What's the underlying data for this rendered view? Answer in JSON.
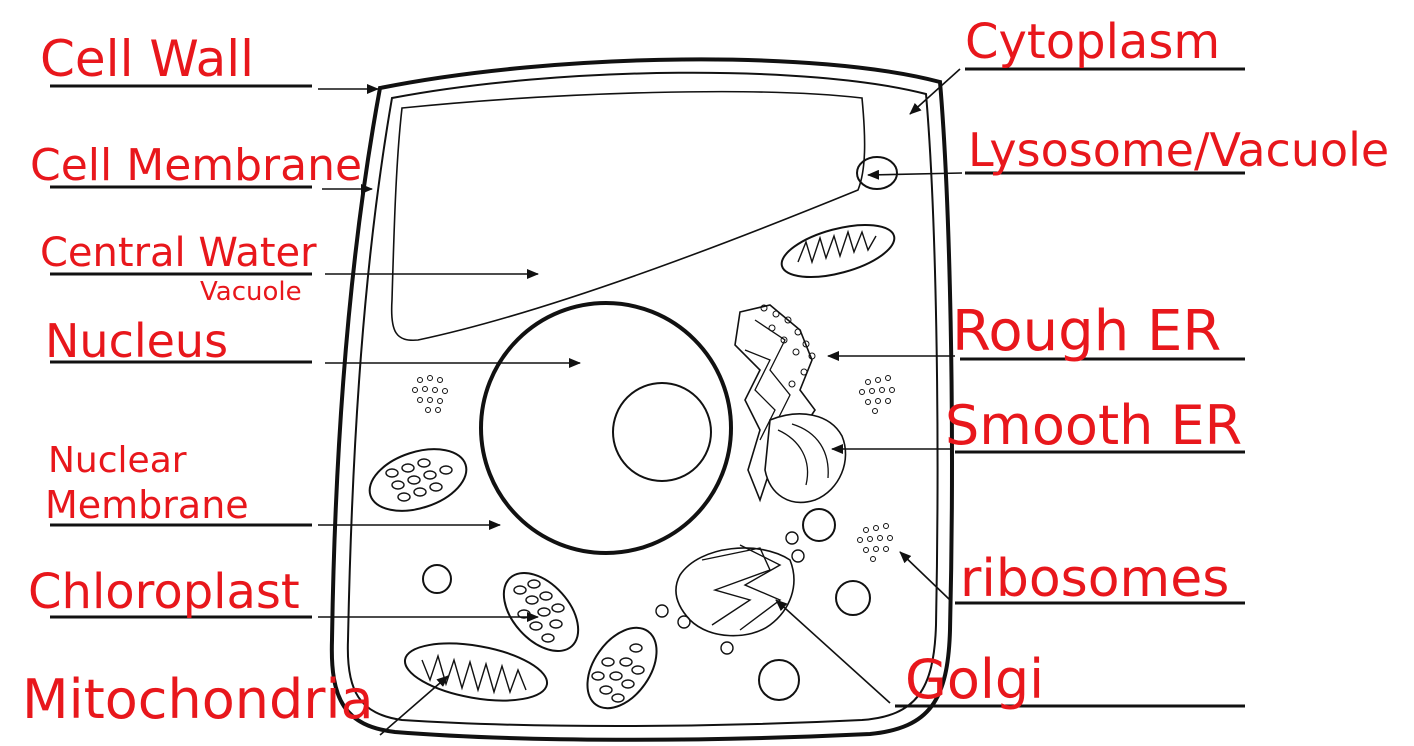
{
  "labels": {
    "cell_wall": "Cell Wall",
    "cell_membrane": "Cell Membrane",
    "central_vacuole_1": "Central Water",
    "central_vacuole_2": "Vacuole",
    "nucleus": "Nucleus",
    "nuclear_membrane_1": "Nuclear",
    "nuclear_membrane_2": "Membrane",
    "chloroplast": "Chloroplast",
    "mitochondria": "Mitochondria",
    "cytoplasm": "Cytoplasm",
    "lysosome": "Lysosome/Vacuole",
    "rough_er": "Rough ER",
    "smooth_er": "Smooth ER",
    "ribosomes": "ribosomes",
    "golgi": "Golgi"
  },
  "colors": {
    "label_text": "#e8171c",
    "lines": "#111111",
    "background": "#ffffff"
  }
}
